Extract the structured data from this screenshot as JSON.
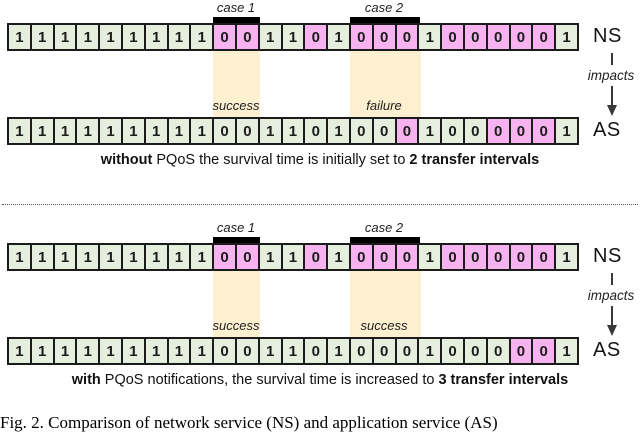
{
  "colors": {
    "cell_green": "#e6eedd",
    "cell_pink": "#f7b3ef",
    "highlight_yellow": "#fcf0d0",
    "bar_black": "#000000",
    "cell_border": "#1b1b1b"
  },
  "panels": [
    {
      "case1_label": "case 1",
      "case2_label": "case 2",
      "case1_result": "success",
      "case2_result": "failure",
      "ns_label": "NS",
      "as_label": "AS",
      "impacts_label": "impacts",
      "ns": {
        "bits": "1111111110011010001000001",
        "pink": [
          9,
          10,
          13,
          15,
          16,
          17,
          19,
          20,
          21,
          22,
          23
        ]
      },
      "as": {
        "bits": "1111111110011010001000001",
        "pink": [
          17,
          21,
          22,
          23
        ]
      },
      "caption": [
        [
          "without",
          true
        ],
        [
          " PQoS the survival time is initially set to ",
          false
        ],
        [
          "2 transfer intervals",
          true
        ]
      ]
    },
    {
      "case1_label": "case 1",
      "case2_label": "case 2",
      "case1_result": "success",
      "case2_result": "success",
      "ns_label": "NS",
      "as_label": "AS",
      "impacts_label": "impacts",
      "ns": {
        "bits": "1111111110011010001000001",
        "pink": [
          9,
          10,
          13,
          15,
          16,
          17,
          19,
          20,
          21,
          22,
          23
        ]
      },
      "as": {
        "bits": "1111111110011010001000001",
        "pink": [
          22,
          23
        ]
      },
      "caption": [
        [
          "with",
          true
        ],
        [
          " PQoS notifications, the survival time is increased to ",
          false
        ],
        [
          "3 transfer intervals",
          true
        ]
      ]
    }
  ],
  "figure_caption": "Fig. 2. Comparison of network service (NS) and application service (AS)"
}
